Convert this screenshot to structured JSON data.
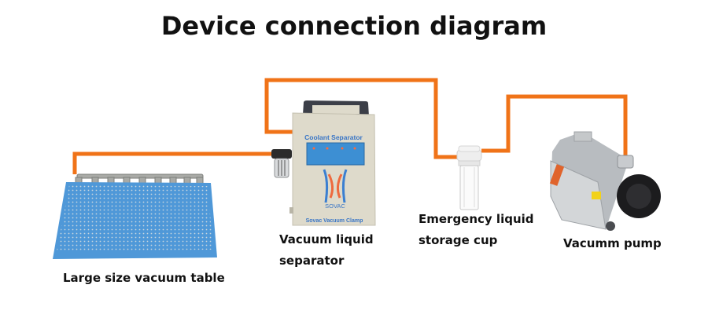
{
  "title": "Device connection diagram",
  "colors": {
    "pipe": "#f07318",
    "table": "#4f98d8",
    "separator_body": "#dedacb",
    "separator_handle": "#3c3f48",
    "panel": "#3d8fd3",
    "pump_body": "#b8bcc0",
    "pump_motor": "#1c1c1e"
  },
  "devices": [
    {
      "id": "vacuum-table",
      "label": "Large size vacuum table"
    },
    {
      "id": "separator",
      "label_line1": "Vacuum liquid",
      "label_line2": "separator",
      "panel_title": "Coolant Separator",
      "brand": "SOVAC",
      "footer": "Sovac Vacuum Clamp"
    },
    {
      "id": "storage-cup",
      "label_line1": "Emergency liquid",
      "label_line2": "storage cup"
    },
    {
      "id": "vacuum-pump",
      "label": "Vacumm pump"
    }
  ]
}
